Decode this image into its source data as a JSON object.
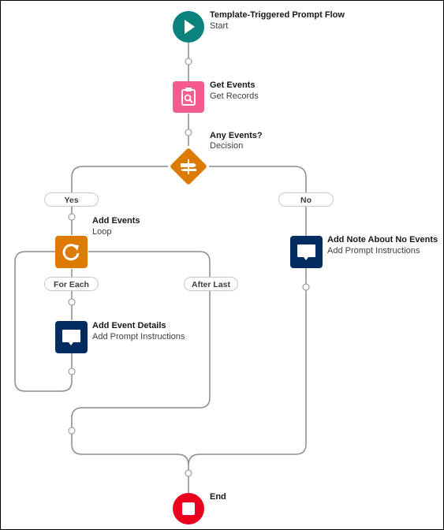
{
  "flow": {
    "start": {
      "title": "Template-Triggered Prompt Flow",
      "subtitle": "Start",
      "color": "#0b827c",
      "icon": "play-icon"
    },
    "get_events": {
      "title": "Get Events",
      "subtitle": "Get Records",
      "color": "#f45c8d",
      "icon": "record-lookup-icon"
    },
    "decision": {
      "title": "Any Events?",
      "subtitle": "Decision",
      "color": "#dd7a01",
      "icon": "decision-icon"
    },
    "outcome_yes": {
      "label": "Yes"
    },
    "outcome_no": {
      "label": "No"
    },
    "loop": {
      "title": "Add Events",
      "subtitle": "Loop",
      "color": "#dd7a01",
      "icon": "loop-icon"
    },
    "loop_for_each": {
      "label": "For Each"
    },
    "loop_after_last": {
      "label": "After Last"
    },
    "add_event_details": {
      "title": "Add Event Details",
      "subtitle": "Add Prompt Instructions",
      "color": "#032d60",
      "icon": "prompt-instructions-icon"
    },
    "add_note": {
      "title": "Add Note About No Events",
      "subtitle": "Add Prompt Instructions",
      "color": "#032d60",
      "icon": "prompt-instructions-icon"
    },
    "end": {
      "title": "End",
      "color": "#ea001e",
      "icon": "stop-icon"
    },
    "connector_color": "#8c8c8c"
  }
}
